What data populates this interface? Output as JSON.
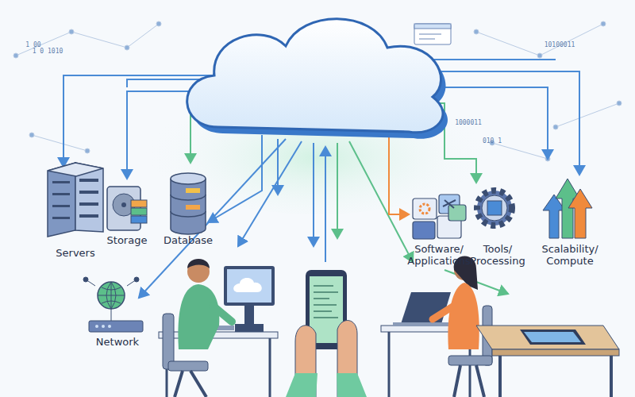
{
  "diagram": {
    "labels": [
      "Servers",
      "Storage",
      "Database",
      "Software/ Applications",
      "Tools/ Processing",
      "Scalability/ Compute",
      "Network",
      "1 00",
      "1 0 1010",
      "10100011",
      "1000011",
      "010 1"
    ]
  }
}
